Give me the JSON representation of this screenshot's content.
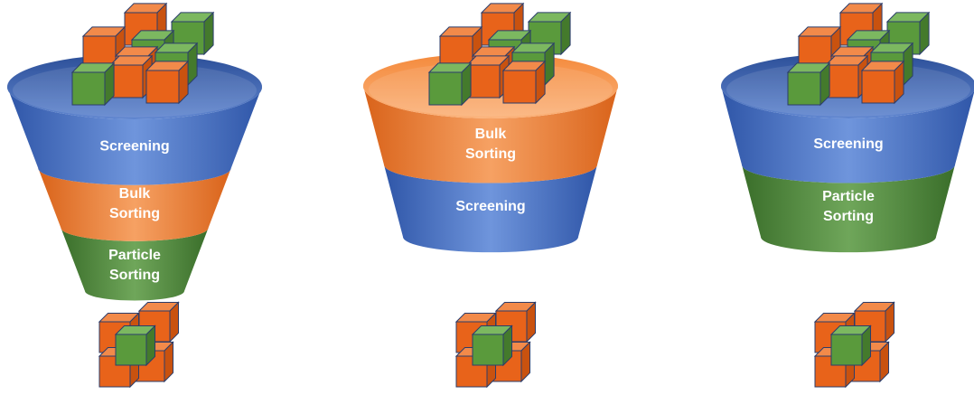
{
  "colors": {
    "screening": "#4a72c4",
    "bulk": "#ec7a2c",
    "particle": "#4f8a3a",
    "cube_orange": "#e8631a",
    "cube_green": "#5a9a3c"
  },
  "funnels": [
    {
      "id": "funnel-1",
      "bands": [
        {
          "stage": "screening",
          "label_lines": [
            "Screening"
          ]
        },
        {
          "stage": "bulk",
          "label_lines": [
            "Bulk",
            "Sorting"
          ]
        },
        {
          "stage": "particle",
          "label_lines": [
            "Particle",
            "Sorting"
          ]
        }
      ]
    },
    {
      "id": "funnel-2",
      "bands": [
        {
          "stage": "bulk",
          "label_lines": [
            "Bulk",
            "Sorting"
          ]
        },
        {
          "stage": "screening",
          "label_lines": [
            "Screening"
          ]
        }
      ]
    },
    {
      "id": "funnel-3",
      "bands": [
        {
          "stage": "screening",
          "label_lines": [
            "Screening"
          ]
        },
        {
          "stage": "particle",
          "label_lines": [
            "Particle",
            "Sorting"
          ]
        }
      ]
    }
  ]
}
